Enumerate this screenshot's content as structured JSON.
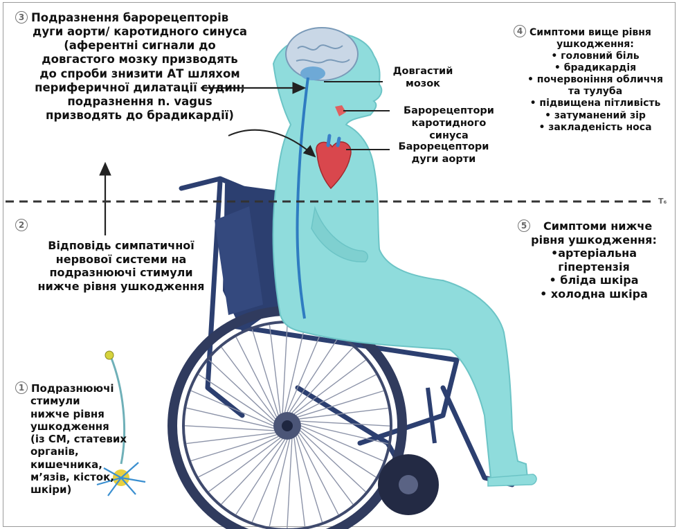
{
  "colors": {
    "body": "#8fdcdc",
    "body_outline": "#6cc4c6",
    "chair": "#2c3f70",
    "wheel": "#303b5e",
    "spokes": "#8c93a8",
    "brain": "#c9d7e6",
    "spine": "#2f7cc1",
    "heart": "#d9474d",
    "dashed_line": "#333333"
  },
  "t_marker": "T₆",
  "block3": {
    "number": "3",
    "lines": [
      "Подразнення барорецепторів",
      "дуги аорти/ каротидного синуса",
      "(аферентні сигнали до",
      "довгастого мозку призводять",
      "до спроби знизити АТ шляхом",
      "периферичної дилатації судин;",
      "подразнення n. vagus",
      "призводять до брадикардії)"
    ]
  },
  "block4": {
    "number": "4",
    "lines": [
      "Симптоми вище рівня",
      "ушкодження:",
      "• головний біль",
      "• брадикардія",
      "• почервоніння обличчя",
      "та тулуба",
      "• підвищена пітливість",
      "• затуманений зір",
      "• закладеність носа"
    ]
  },
  "block2": {
    "number": "2",
    "lines": [
      "Відповідь симпатичної",
      "нервової системи на",
      "подразнюючі стимули",
      "нижче рівня ушкодження"
    ]
  },
  "block5": {
    "number": "5",
    "lines": [
      "Симптоми нижче",
      "рівня ушкодження:",
      "•артеріальна",
      "гіпертензія",
      "• бліда шкіра",
      "• холодна шкіра"
    ]
  },
  "block1": {
    "number": "1",
    "lines": [
      "Подразнюючі",
      "стимули",
      "нижче рівня",
      "ушкодження",
      "(із СМ, статевих",
      "органів,",
      "кишечника,",
      "м’язів, кісток,",
      "шкіри)"
    ]
  },
  "labels": {
    "medulla": [
      "Довгастий",
      "мозок"
    ],
    "carotid": [
      "Барорецептори",
      "каротидного синуса"
    ],
    "aortic": [
      "Барорецептори",
      "дуги аорти"
    ]
  }
}
